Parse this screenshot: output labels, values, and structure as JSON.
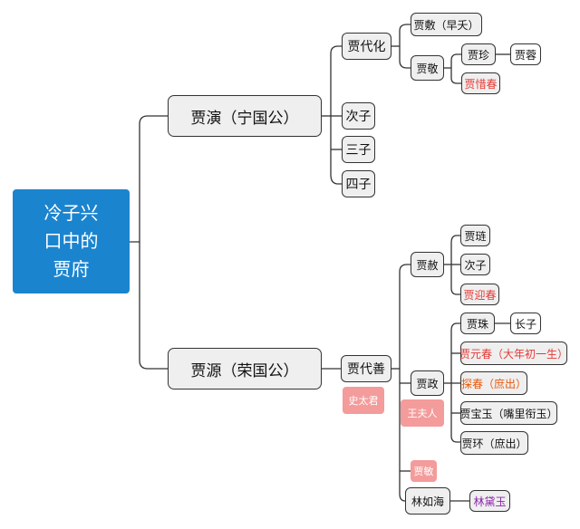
{
  "root": {
    "line1": "冷子兴",
    "line2": "口中的",
    "line3": "贾府"
  },
  "ningguo": {
    "title": "贾演（宁国公）",
    "daihua": "贾代化",
    "fu": "贾敷（早夭）",
    "jing": "贾敬",
    "zhen": "贾珍",
    "rong": "贾蓉",
    "xichun": "贾惜春",
    "sons": [
      "次子",
      "三子",
      "四子"
    ]
  },
  "rongguo": {
    "title": "贾源（荣国公）",
    "daishan": "贾代善",
    "shitaijun": "史太君",
    "she": "贾赦",
    "lian": "贾琏",
    "she_second": "次子",
    "yingchun": "贾迎春",
    "zheng": "贾政",
    "wangfuren": "王夫人",
    "zhu": "贾珠",
    "zhu_son": "长子",
    "yuanchun": "贾元春（大年初一生）",
    "tanchun": "探春（庶出）",
    "baoyu": "贾宝玉（嘴里衔玉）",
    "huan": "贾环（庶出）",
    "min": "贾敏",
    "linruhai": "林如海",
    "daiyu": "林黛玉"
  },
  "colors": {
    "root": "#1b84cf",
    "node_fill": "#efefef",
    "spouse_fill": "#f49b9b",
    "highlight_red": "#e53935",
    "highlight_orange": "#e8590c",
    "highlight_purple": "#8e24aa",
    "line": "#333333"
  }
}
